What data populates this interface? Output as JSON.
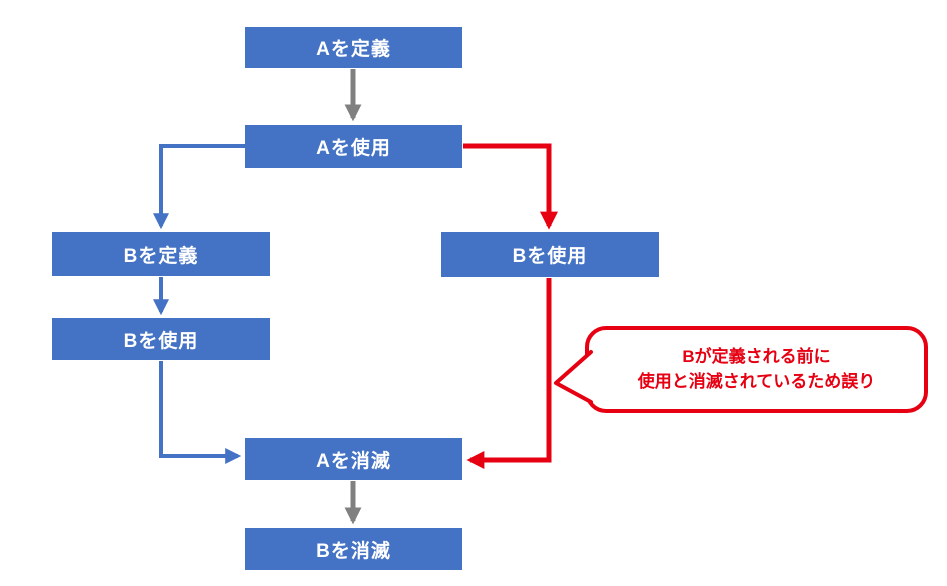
{
  "diagram": {
    "title_semantic": "variable-lifetime-flowchart",
    "colors": {
      "box_fill": "#4472c4",
      "box_text": "#ffffff",
      "sequence_arrow": "#808080",
      "correct_path": "#4472c4",
      "error_path": "#e60012",
      "background": "#ffffff"
    },
    "nodes": [
      {
        "id": "a-define",
        "label": "Aを定義"
      },
      {
        "id": "a-use",
        "label": "Aを使用"
      },
      {
        "id": "b-define-left",
        "label": "Bを定義"
      },
      {
        "id": "b-use-left",
        "label": "Bを使用"
      },
      {
        "id": "b-use-right",
        "label": "Bを使用"
      },
      {
        "id": "a-destroy",
        "label": "Aを消滅"
      },
      {
        "id": "b-destroy",
        "label": "Bを消滅"
      }
    ],
    "callout": {
      "line1": "Bが定義される前に",
      "line2": "使用と消滅されているため誤り"
    },
    "edges": [
      {
        "from": "a-define",
        "to": "a-use",
        "color": "gray"
      },
      {
        "from": "a-use",
        "to": "b-define-left",
        "color": "blue"
      },
      {
        "from": "b-define-left",
        "to": "b-use-left",
        "color": "blue"
      },
      {
        "from": "b-use-left",
        "to": "a-destroy",
        "color": "blue"
      },
      {
        "from": "a-use",
        "to": "b-use-right",
        "color": "red"
      },
      {
        "from": "b-use-right",
        "to": "a-destroy",
        "color": "red"
      },
      {
        "from": "a-destroy",
        "to": "b-destroy",
        "color": "gray"
      }
    ]
  }
}
